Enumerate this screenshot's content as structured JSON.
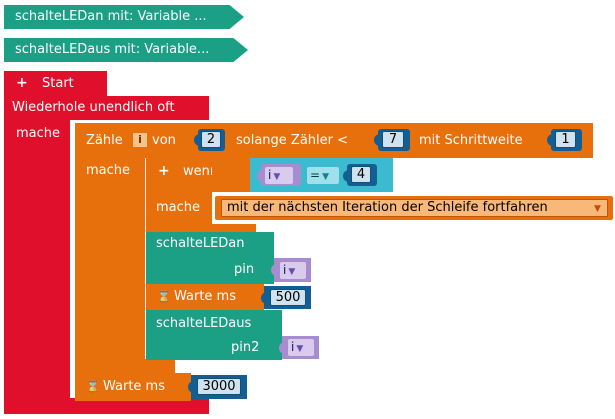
{
  "definitions": {
    "led_on": "schalteLEDan mit: Variable ...",
    "led_off": "schalteLEDaus mit: Variable..."
  },
  "start": {
    "label": "Start"
  },
  "forever": {
    "label": "Wiederhole unendlich oft",
    "do_label": "mache"
  },
  "count_loop": {
    "label": "Zähle",
    "var": "i",
    "from_label": "von",
    "from_value": "2",
    "while_label": "solange Zähler <",
    "to_value": "7",
    "step_label": "mit Schrittweite",
    "step_value": "1",
    "do_label": "mache"
  },
  "if_block": {
    "label": "wenn",
    "var": "i",
    "operator": "=",
    "value": "4",
    "do_label": "mache",
    "action": "mit der nächsten Iteration der Schleife fortfahren"
  },
  "call_on": {
    "label": "schalteLEDan",
    "param_label": "pin",
    "param_var": "i"
  },
  "wait1": {
    "label": "Warte ms",
    "value": "500"
  },
  "call_off": {
    "label": "schalteLEDaus",
    "param_label": "pin2",
    "param_var": "i"
  },
  "wait2": {
    "label": "Warte ms",
    "value": "3000"
  },
  "colors": {
    "procedure": "#1ca085",
    "event": "#e0102c",
    "control": "#e8700c",
    "logic": "#3bbad0",
    "number": "#135e93",
    "variable": "#a78cd0"
  }
}
